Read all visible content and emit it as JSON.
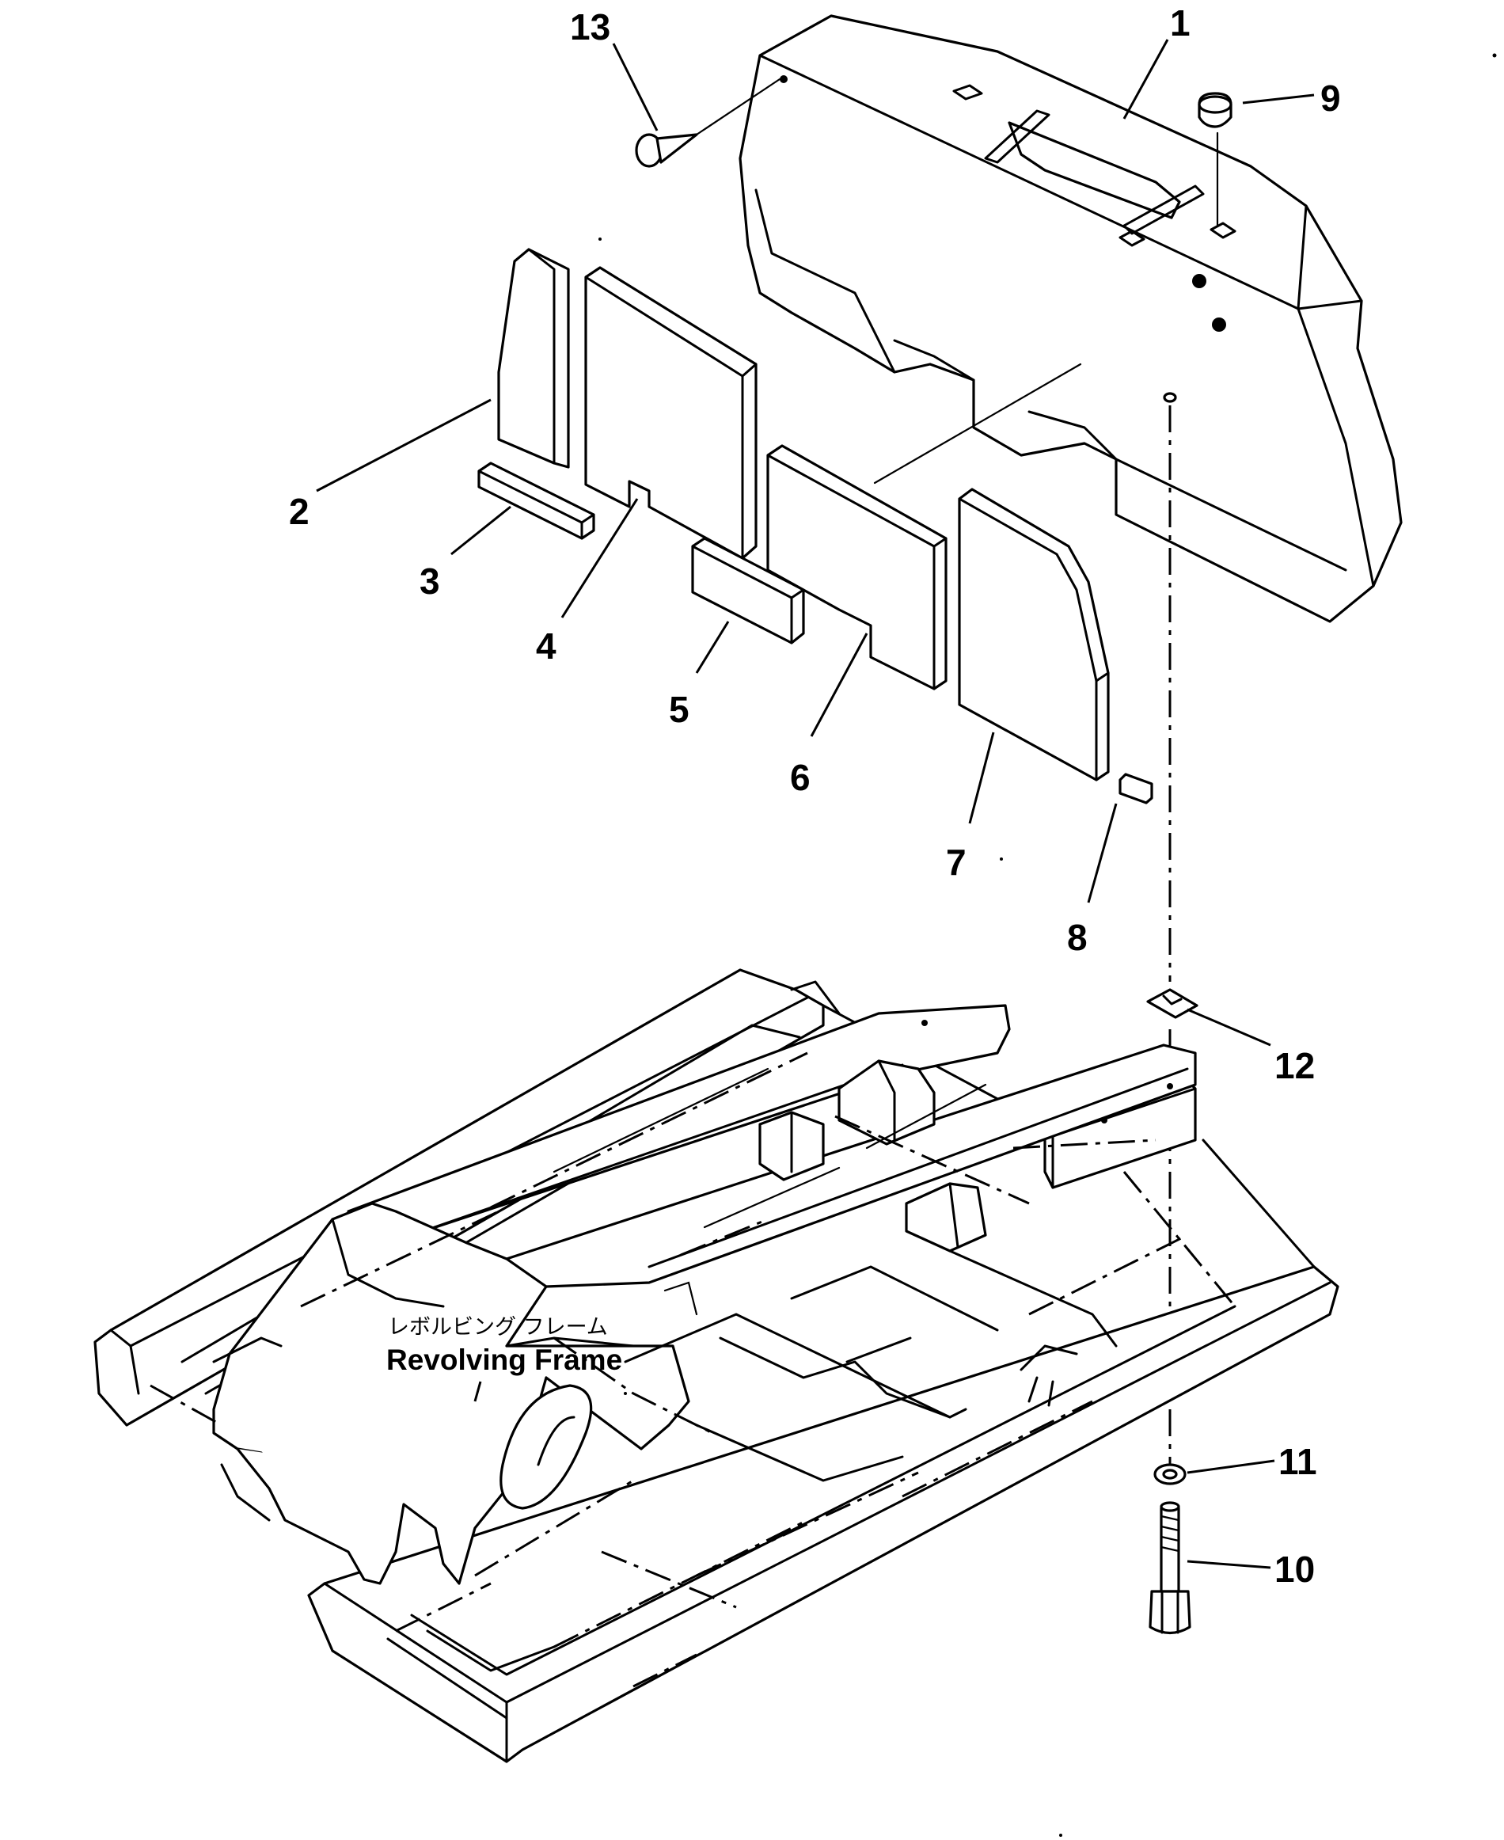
{
  "callouts": [
    {
      "id": "1",
      "label": "1"
    },
    {
      "id": "2",
      "label": "2"
    },
    {
      "id": "3",
      "label": "3"
    },
    {
      "id": "4",
      "label": "4"
    },
    {
      "id": "5",
      "label": "5"
    },
    {
      "id": "6",
      "label": "6"
    },
    {
      "id": "7",
      "label": "7"
    },
    {
      "id": "8",
      "label": "8"
    },
    {
      "id": "9",
      "label": "9"
    },
    {
      "id": "10",
      "label": "10"
    },
    {
      "id": "11",
      "label": "11"
    },
    {
      "id": "12",
      "label": "12"
    },
    {
      "id": "13",
      "label": "13"
    }
  ],
  "frame_label": {
    "japanese": "レボルビング フレーム",
    "english": "Revolving Frame"
  }
}
